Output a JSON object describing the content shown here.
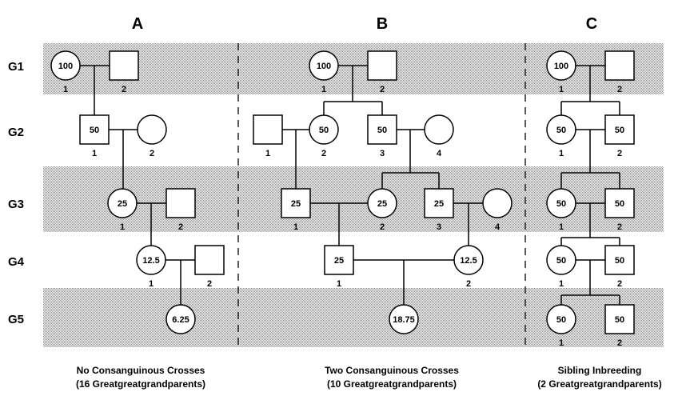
{
  "panels": {
    "a": {
      "letter": "A",
      "caption_line1": "No Consanguinous Crosses",
      "caption_line2": "(16 Greatgreatgrandparents)"
    },
    "b": {
      "letter": "B",
      "caption_line1": "Two Consanguinous Crosses",
      "caption_line2": "(10 Greatgreatgrandparents)"
    },
    "c": {
      "letter": "C",
      "caption_line1": "Sibling Inbreeding",
      "caption_line2": "(2 Greatgreatgrandparents)"
    }
  },
  "generations": [
    "G1",
    "G2",
    "G3",
    "G4",
    "G5"
  ],
  "individuals": {
    "a_g1_1": {
      "value": "100",
      "number": "1"
    },
    "a_g1_2": {
      "value": "",
      "number": "2"
    },
    "a_g2_1": {
      "value": "50",
      "number": "1"
    },
    "a_g2_2": {
      "value": "",
      "number": "2"
    },
    "a_g3_1": {
      "value": "25",
      "number": "1"
    },
    "a_g3_2": {
      "value": "",
      "number": "2"
    },
    "a_g4_1": {
      "value": "12.5",
      "number": "1"
    },
    "a_g4_2": {
      "value": "",
      "number": "2"
    },
    "a_g5_1": {
      "value": "6.25",
      "number": ""
    },
    "b_g1_1": {
      "value": "100",
      "number": "1"
    },
    "b_g1_2": {
      "value": "",
      "number": "2"
    },
    "b_g2_1": {
      "value": "",
      "number": "1"
    },
    "b_g2_2": {
      "value": "50",
      "number": "2"
    },
    "b_g2_3": {
      "value": "50",
      "number": "3"
    },
    "b_g2_4": {
      "value": "",
      "number": "4"
    },
    "b_g3_1": {
      "value": "25",
      "number": "1"
    },
    "b_g3_2": {
      "value": "25",
      "number": "2"
    },
    "b_g3_3": {
      "value": "25",
      "number": "3"
    },
    "b_g3_4": {
      "value": "",
      "number": "4"
    },
    "b_g4_1": {
      "value": "25",
      "number": "1"
    },
    "b_g4_2": {
      "value": "12.5",
      "number": "2"
    },
    "b_g5_1": {
      "value": "18.75",
      "number": ""
    },
    "c_g1_1": {
      "value": "100",
      "number": "1"
    },
    "c_g1_2": {
      "value": "",
      "number": "2"
    },
    "c_g2_1": {
      "value": "50",
      "number": "1"
    },
    "c_g2_2": {
      "value": "50",
      "number": "2"
    },
    "c_g3_1": {
      "value": "50",
      "number": "1"
    },
    "c_g3_2": {
      "value": "50",
      "number": "2"
    },
    "c_g4_1": {
      "value": "50",
      "number": "1"
    },
    "c_g4_2": {
      "value": "50",
      "number": "2"
    },
    "c_g5_1": {
      "value": "50",
      "number": "1"
    },
    "c_g5_2": {
      "value": "50",
      "number": "2"
    }
  }
}
